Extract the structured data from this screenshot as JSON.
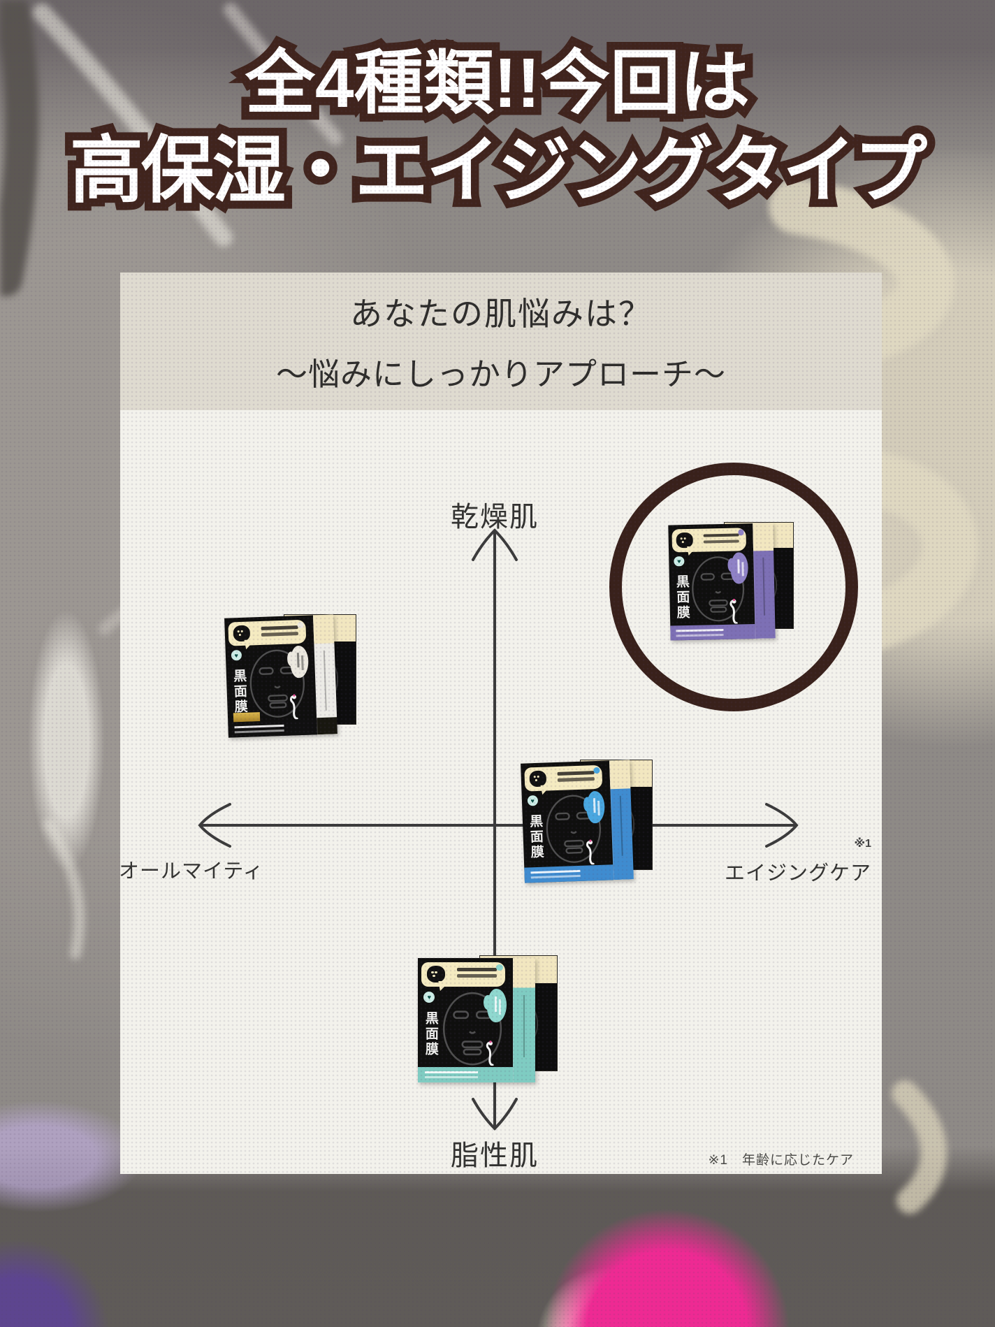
{
  "title": {
    "line1": "全4種類!!今回は",
    "line2": "高保湿・エイジングタイプ"
  },
  "panel": {
    "heading_line1": "あなたの肌悩みは？",
    "heading_line2": "〜悩みにしっかりアプローチ〜",
    "footnote": "※1　年齢に応じたケア"
  },
  "quadrant_chart": {
    "type": "quadrant-map",
    "axis_top": "乾燥肌",
    "axis_bottom": "脂性肌",
    "axis_left": "オールマイティ",
    "axis_right": "エイジングケア",
    "axis_right_note": "※1",
    "package_label": "黒面膜",
    "products": [
      {
        "id": "black-box",
        "accent": "#ece9df",
        "position_x": -0.68,
        "position_y": 0.5,
        "highlighted": false
      },
      {
        "id": "blue-box",
        "accent": "#3f8cd0",
        "position_x": 0.31,
        "position_y": 0.0,
        "highlighted": false
      },
      {
        "id": "teal-box",
        "accent": "#7fccc2",
        "position_x": -0.02,
        "position_y": -0.66,
        "highlighted": false
      },
      {
        "id": "purple-box",
        "accent": "#7d70b5",
        "position_x": 0.8,
        "position_y": 0.81,
        "highlighted": true
      }
    ]
  },
  "colors": {
    "title_fill": "#ffffff",
    "title_outline": "#40241d",
    "panel_header_bg": "#dfdbd0",
    "panel_body_bg": "#f3f2ec",
    "axis": "#3b3b3b",
    "highlight_circle": "#39211b"
  }
}
